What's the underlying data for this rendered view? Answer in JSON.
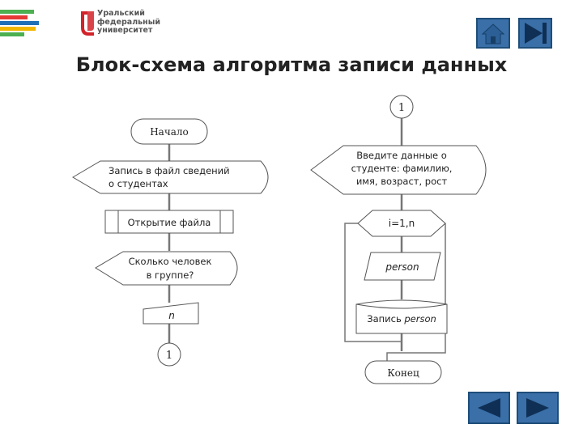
{
  "university": {
    "lines": [
      "Уральский",
      "федеральный",
      "университет"
    ]
  },
  "title": "Блок-схема алгоритма записи данных",
  "flowchart": {
    "start": "Начало",
    "write_info": [
      "Запись в файл сведений",
      "о студентах"
    ],
    "open_file": "Открытие файла",
    "ask_count": [
      "Сколько человек",
      "в группе?"
    ],
    "input_n": "n",
    "connector_bottom": "1",
    "connector_top": "1",
    "enter_data": [
      "Введите данные о",
      "студенте: фамилию,",
      "имя, возраст, рост"
    ],
    "loop": "i=1,n",
    "person": "person",
    "write_person_prefix": "Запись ",
    "write_person_var": "person",
    "end": "Конец"
  },
  "icons": {
    "home": "home-icon",
    "end": "skip-forward-icon",
    "prev": "back-arrow-icon",
    "next": "forward-arrow-icon"
  },
  "colors": {
    "stripe_green": "#4caf50",
    "stripe_red": "#e53935",
    "stripe_blue": "#1e6fb8",
    "stripe_yellow": "#f2b700",
    "button_fill": "#3a6fa8",
    "button_border": "#1f4e79"
  }
}
